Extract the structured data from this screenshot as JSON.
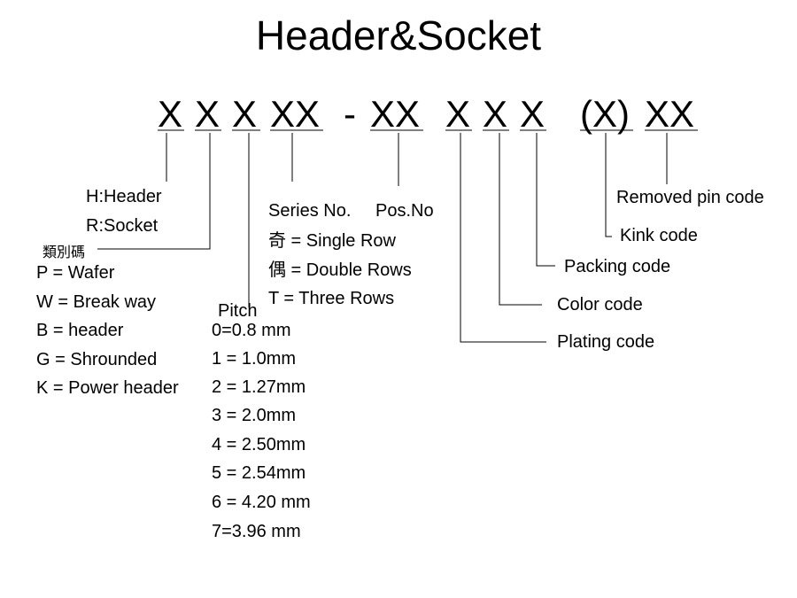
{
  "title": "Header&Socket",
  "code": {
    "x1": "X",
    "x2": "X",
    "x3": "X",
    "xx4": "XX",
    "dash": "-",
    "xx5": "XX",
    "x6": "X",
    "x7": "X",
    "x8": "X",
    "x9": "(X)",
    "xx10": "XX"
  },
  "type_group": {
    "lines": [
      "H:Header",
      "R:Socket"
    ]
  },
  "category_group": {
    "label": "類別碼",
    "lines": [
      "P = Wafer",
      "W = Break way",
      "B = header",
      "G = Shrounded",
      "K = Power header"
    ]
  },
  "pitch_group": {
    "label": "Pitch",
    "lines": [
      "0=0.8 mm",
      "1 = 1.0mm",
      "2 = 1.27mm",
      "3 = 2.0mm",
      "4 = 2.50mm",
      "5 = 2.54mm",
      "6 = 4.20 mm",
      "7=3.96 mm"
    ]
  },
  "series_group": {
    "label": "Series No.",
    "lines": [
      "奇 = Single Row",
      "偶 = Double Rows",
      "T  = Three Rows"
    ]
  },
  "pos_label": "Pos.No",
  "plating_label": "Plating code",
  "color_label": "Color code",
  "packing_label": "Packing code",
  "kink_label": "Kink code",
  "removed_label": "Removed pin code"
}
